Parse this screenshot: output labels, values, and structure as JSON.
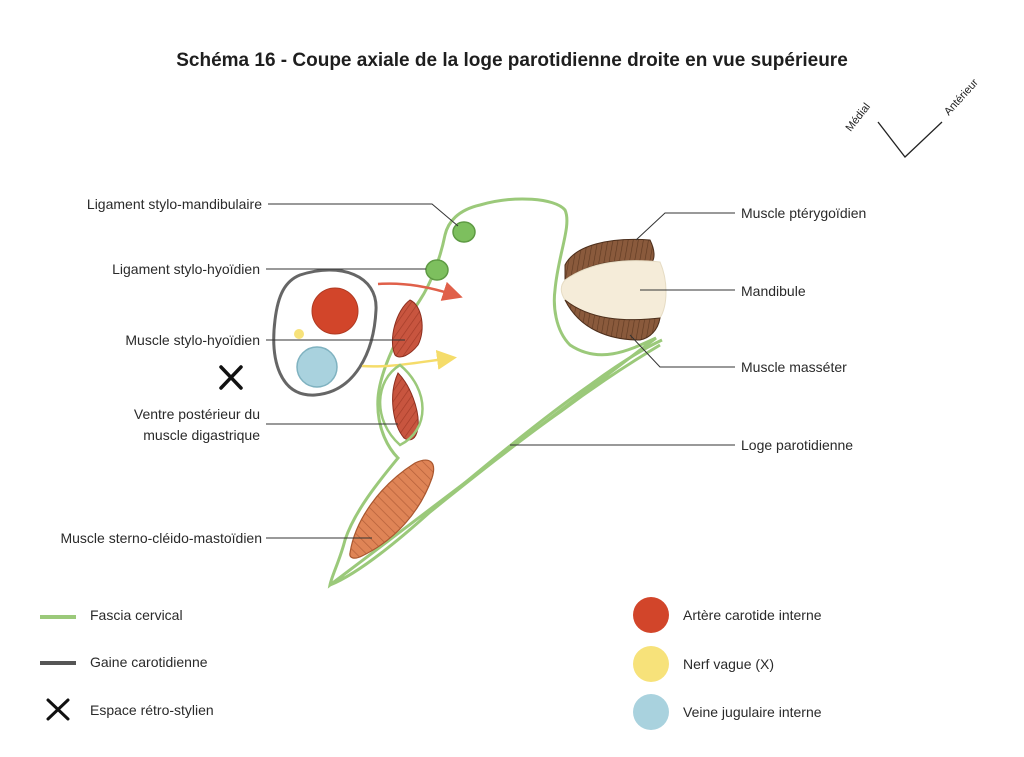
{
  "title": "Schéma 16 - Coupe axiale de la loge parotidienne droite en vue supérieure",
  "orientation": {
    "medial": "Médial",
    "anterior": "Antérieur"
  },
  "labels": {
    "stylo_mandibular": "Ligament stylo-mandibulaire",
    "stylo_hyoid_lig": "Ligament stylo-hyoïdien",
    "stylo_hyoid_muscle": "Muscle stylo-hyoïdien",
    "digastric_1": "Ventre postérieur du",
    "digastric_2": "muscle digastrique",
    "scm": "Muscle sterno-cléido-mastoïdien",
    "pterygoid": "Muscle ptérygoïdien",
    "mandible": "Mandibule",
    "masseter": "Muscle masséter",
    "parotid": "Loge parotidienne"
  },
  "legend_left": [
    {
      "label": "Fascia cervical",
      "icon": "green-line-icon"
    },
    {
      "label": "Gaine carotidienne",
      "icon": "gray-line-icon"
    },
    {
      "label": "Espace rétro-stylien",
      "icon": "cross-icon"
    }
  ],
  "legend_right": [
    {
      "label": "Artère carotide interne",
      "icon": "red-dot-icon"
    },
    {
      "label": "Nerf vague (X)",
      "icon": "yellow-dot-icon"
    },
    {
      "label": "Veine jugulaire interne",
      "icon": "blue-dot-icon"
    }
  ],
  "colors": {
    "fascia": "#9bc97a",
    "sheath": "#555555",
    "artery": "#d2452a",
    "nerve": "#f7e27a",
    "vein": "#a9d2de",
    "muscle": "#c8553f",
    "scm_muscle": "#d9794e",
    "ligament": "#7dbf5e",
    "bone": "#f5ecd9",
    "masseter": "#8a5a3c"
  }
}
